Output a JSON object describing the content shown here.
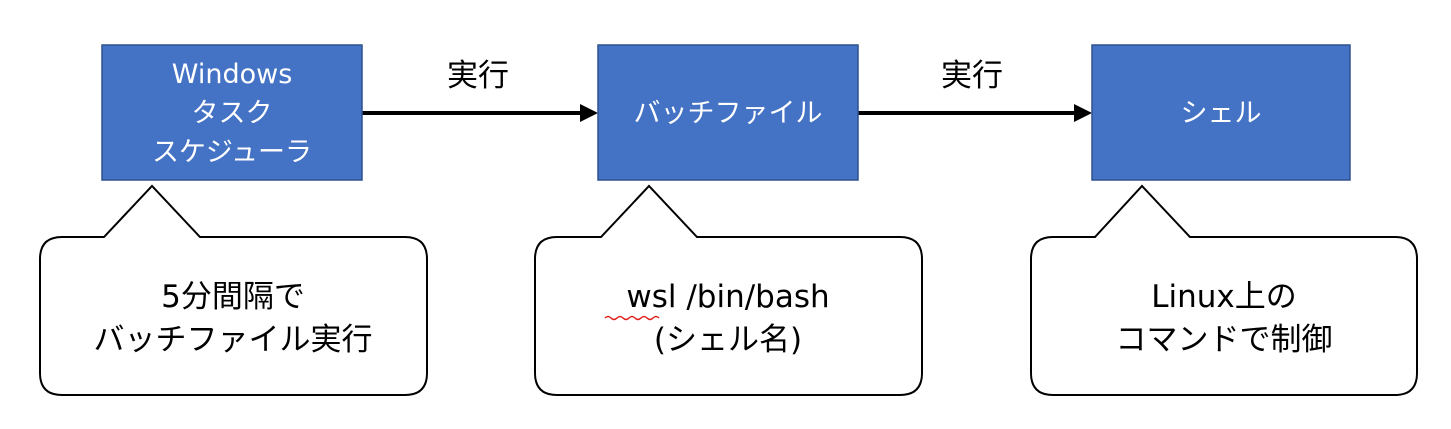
{
  "colors": {
    "box_fill": "#4472c4",
    "box_stroke": "#2f528f",
    "box_text": "#ffffff",
    "arrow": "#000000",
    "callout_stroke": "#000000",
    "callout_fill": "#ffffff",
    "spellcheck_underline": "#e0201c"
  },
  "boxes": [
    {
      "lines": [
        "Windows",
        "タスク",
        "スケジューラ"
      ]
    },
    {
      "lines": [
        "バッチファイル"
      ]
    },
    {
      "lines": [
        "シェル"
      ]
    }
  ],
  "arrows": [
    {
      "label": "実行"
    },
    {
      "label": "実行"
    }
  ],
  "callouts": [
    {
      "lines": [
        "5分間隔で",
        "バッチファイル実行"
      ]
    },
    {
      "lines": [
        "wsl /bin/bash",
        "(シェル名)"
      ]
    },
    {
      "lines": [
        "Linux上の",
        "コマンドで制御"
      ]
    }
  ]
}
